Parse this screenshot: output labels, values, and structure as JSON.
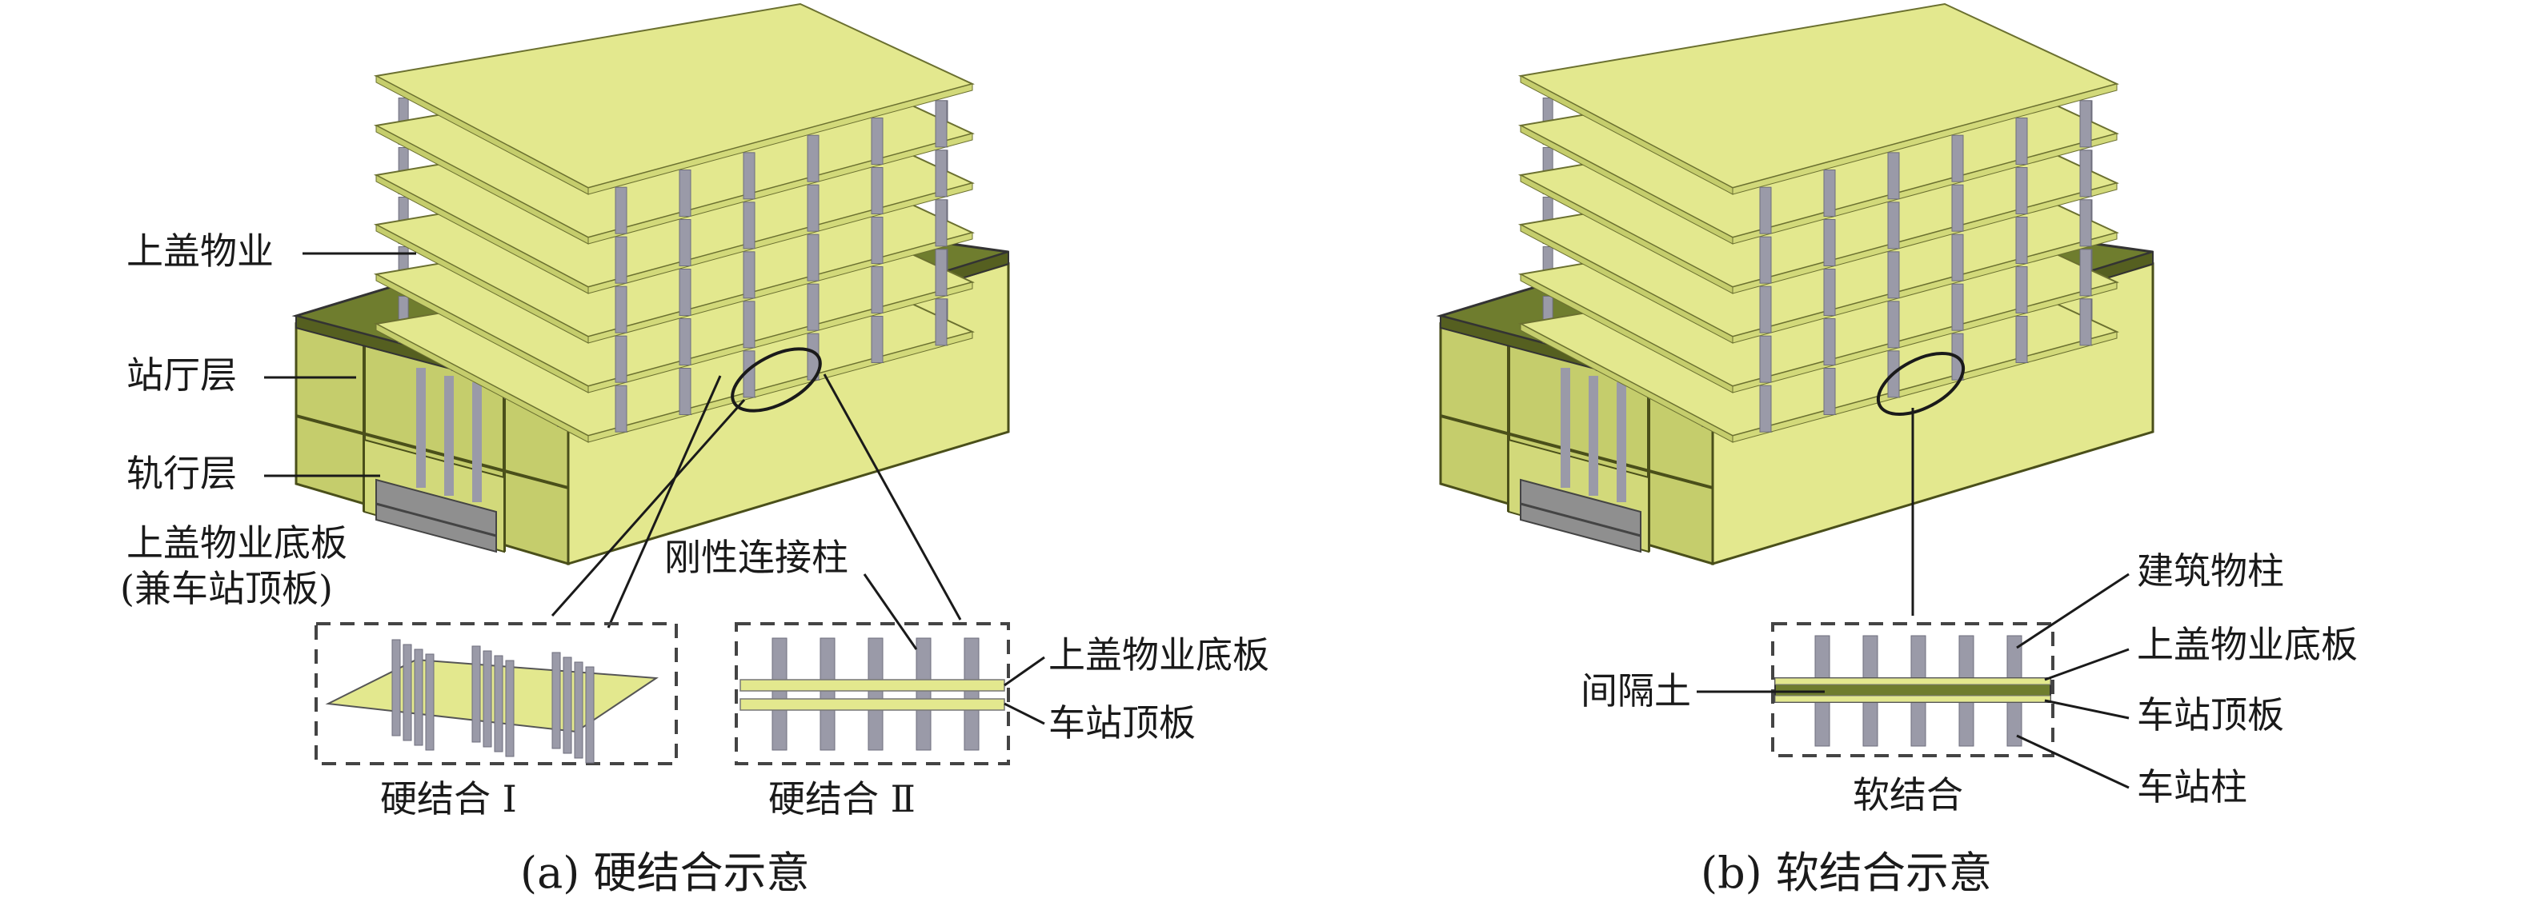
{
  "colors": {
    "slab": "#e3e88e",
    "slab_dark": "#d2d97a",
    "slab_side": "#c5cd6c",
    "olive": "#6f7d2e",
    "olive_dark": "#555f20",
    "column": "#9a9aa8",
    "column_dark": "#6e6e7c",
    "line": "#1a1a1a"
  },
  "panel_a": {
    "labels": {
      "property": "上盖物业",
      "hall": "站厅层",
      "track": "轨行层",
      "base_slab_1": "上盖物业底板",
      "base_slab_2": "(兼车站顶板)",
      "rigid_column": "刚性连接柱",
      "property_base_slab": "上盖物业底板",
      "station_roof": "车站顶板"
    },
    "detail_1_caption": "硬结合 Ⅰ",
    "detail_2_caption": "硬结合 Ⅱ",
    "caption": "(a) 硬结合示意"
  },
  "panel_b": {
    "labels": {
      "building_column": "建筑物柱",
      "property_base_slab": "上盖物业底板",
      "spacer_soil": "间隔土",
      "station_roof": "车站顶板",
      "station_column": "车站柱"
    },
    "detail_caption": "软结合",
    "caption": "(b) 软结合示意"
  }
}
